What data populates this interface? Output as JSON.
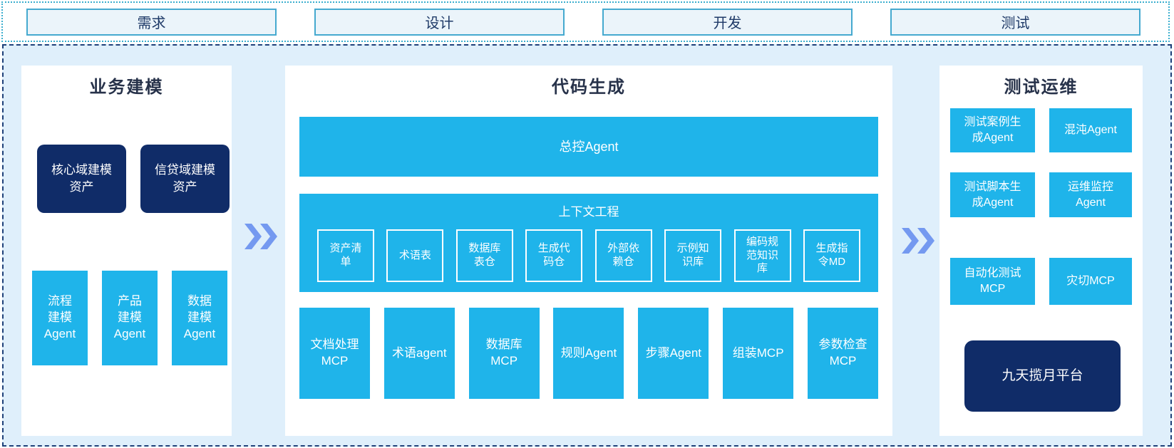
{
  "colors": {
    "cyan": "#1FB4EA",
    "navy": "#102C68",
    "arrow": "#7499F0",
    "strip-border": "#3BAECE",
    "panel-border": "#1E4079",
    "panel-bg": "#DFEFFB",
    "phase-bg": "#EBF4FA",
    "phase-border": "#45A9CF",
    "phase-text": "#1F3A68",
    "title": "#27324A"
  },
  "phases": [
    "需求",
    "设计",
    "开发",
    "测试"
  ],
  "business_modeling": {
    "title": "业务建模",
    "assets": [
      "核心域建模\n资产",
      "信贷域建模\n资产"
    ],
    "agents": [
      "流程\n建模\nAgent",
      "产品\n建模\nAgent",
      "数据\n建模\nAgent"
    ]
  },
  "code_gen": {
    "title": "代码生成",
    "master_agent": "总控Agent",
    "context": {
      "title": "上下文工程",
      "items": [
        "资产清\n单",
        "术语表",
        "数据库\n表仓",
        "生成代\n码仓",
        "外部依\n赖仓",
        "示例知\n识库",
        "编码规\n范知识\n库",
        "生成指\n令MD"
      ]
    },
    "mcp_row": [
      "文档处理\nMCP",
      "术语agent",
      "数据库\nMCP",
      "规则Agent",
      "步骤Agent",
      "组装MCP",
      "参数检查\nMCP"
    ]
  },
  "test_ops": {
    "title": "测试运维",
    "grid": [
      "测试案例生\n成Agent",
      "混沌Agent",
      "测试脚本生\n成Agent",
      "运维监控\nAgent",
      "自动化测试\nMCP",
      "灾切MCP"
    ],
    "platform": "九天揽月平台"
  }
}
